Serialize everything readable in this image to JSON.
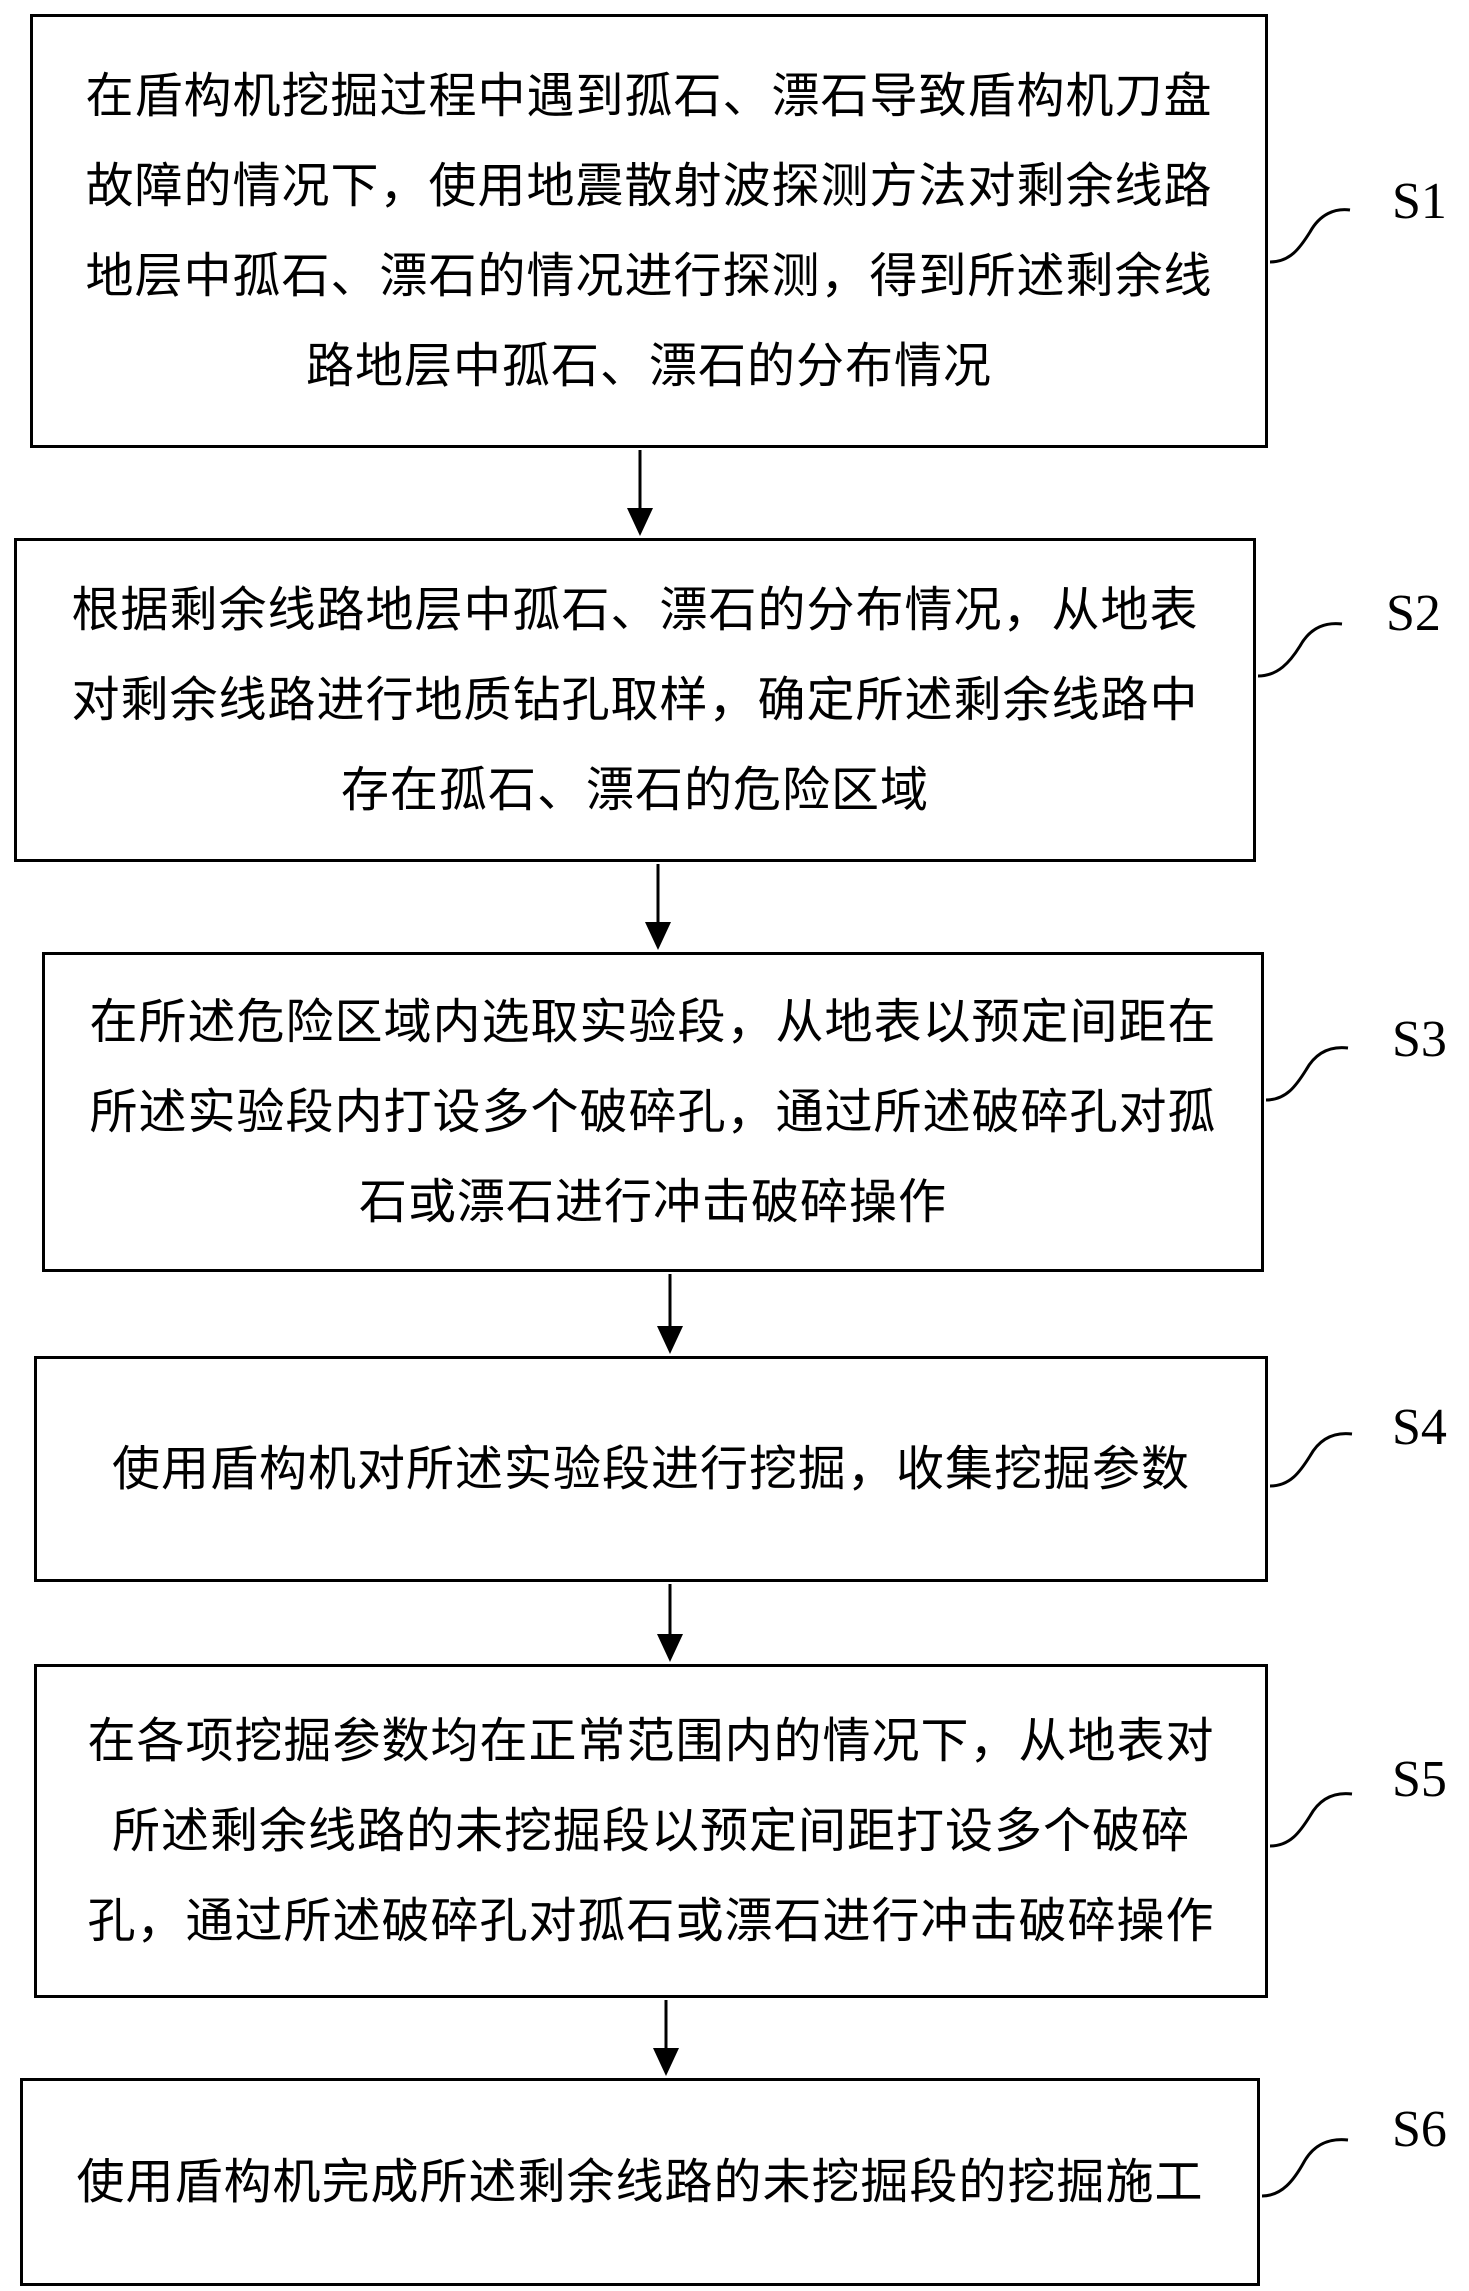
{
  "flowchart": {
    "steps": [
      {
        "id": "S1",
        "label": "S1",
        "text": "在盾构机挖掘过程中遇到孤石、漂石导致盾构机刀盘故障的情况下，使用地震散射波探测方法对剩余线路地层中孤石、漂石的情况进行探测，得到所述剩余线路地层中孤石、漂石的分布情况"
      },
      {
        "id": "S2",
        "label": "S2",
        "text": "根据剩余线路地层中孤石、漂石的分布情况，从地表对剩余线路进行地质钻孔取样，确定所述剩余线路中存在孤石、漂石的危险区域"
      },
      {
        "id": "S3",
        "label": "S3",
        "text": "在所述危险区域内选取实验段，从地表以预定间距在所述实验段内打设多个破碎孔，通过所述破碎孔对孤石或漂石进行冲击破碎操作"
      },
      {
        "id": "S4",
        "label": "S4",
        "text": "使用盾构机对所述实验段进行挖掘，收集挖掘参数"
      },
      {
        "id": "S5",
        "label": "S5",
        "text": "在各项挖掘参数均在正常范围内的情况下，从地表对所述剩余线路的未挖掘段以预定间距打设多个破碎孔，通过所述破碎孔对孤石或漂石进行冲击破碎操作"
      },
      {
        "id": "S6",
        "label": "S6",
        "text": "使用盾构机完成所述剩余线路的未挖掘段的挖掘施工"
      }
    ]
  }
}
